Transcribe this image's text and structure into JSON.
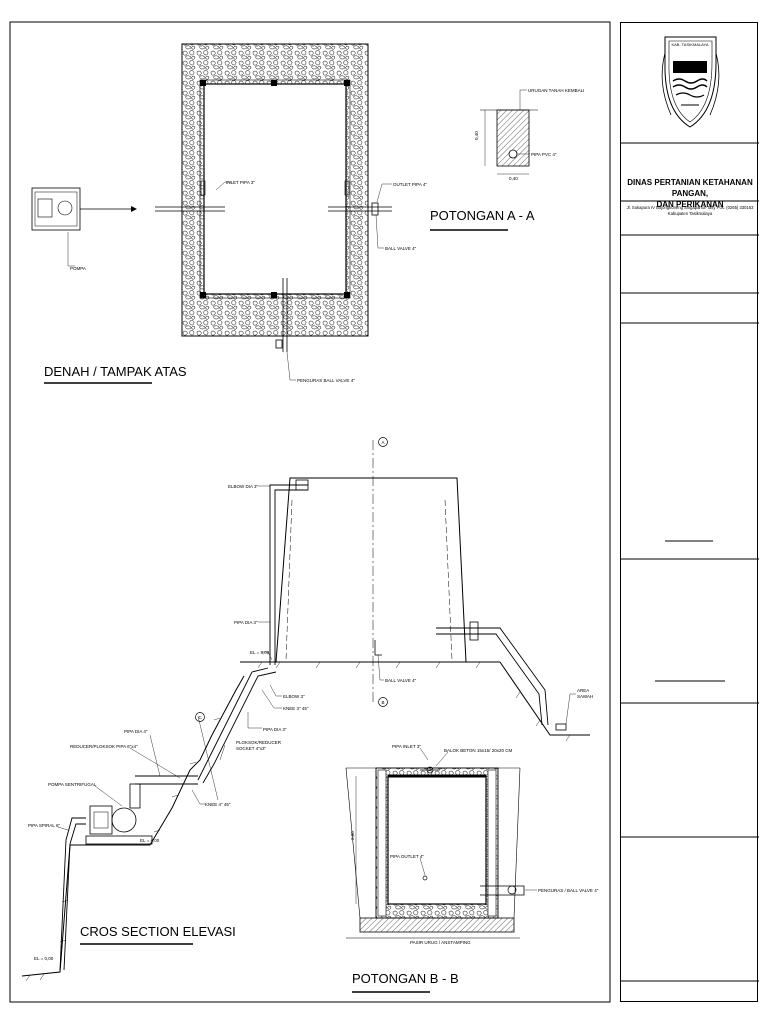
{
  "title_block": {
    "logo_label": "KAB. TASIKMALAYA",
    "org_name_line1": "DINAS PERTANIAN KETAHANAN PANGAN,",
    "org_name_line2": "DAN PERIKANAN",
    "address_line1": "Jl. Sukapura IV Bojongkoneng Singaparna-Tasy Pos. (0265) 330163",
    "address_line2": "Kabupaten Tasikmalaya"
  },
  "views": {
    "plan_title": "DENAH / TAMPAK ATAS",
    "section_aa_title": "POTONGAN A - A",
    "elevation_title": "CROS SECTION ELEVASI",
    "section_bb_title": "POTONGAN B - B"
  },
  "labels": {
    "pompa": "POMPA",
    "inlet_pipa": "INLET PIPA 3\"",
    "outlet_pipa": "OUTLET PIPA 4\"",
    "ball_valve": "BALL VALVE 4\"",
    "penguras_ball_valve": "PENGURAS BALL VALVE 4\"",
    "urugan_tanah": "URUGAN TANAH KEMBALI",
    "pipa_pvc": "PIPA PVC 4\"",
    "dim_aa_height": "0,40",
    "dim_aa_width": "0,40",
    "elbow_dia": "ELBOW DIA 3\"",
    "pipa_dia_3a": "PIPA DIA 3\"",
    "el_top": "EL = 8,00",
    "elbow_3": "ELBOW 3\"",
    "knee_3_45": "KNEE 3\" 45\"",
    "pipa_dia_3b": "PIPA DIA 3\"",
    "pipa_dia_4": "PIPA DIA 4\"",
    "reducer": "REDUCER/PLOKSOK PIPA 6\"x4\"",
    "ploksok_reducer": "PLOKSOK/REDUCER",
    "socket": "SOCKET 4\"x3\"",
    "pompa_sentrifugal": "POMPA SENTRIFUGAL",
    "knee_4_45": "KNEE 4\" 45\"",
    "pipa_spiral": "PIPA SPIRAL 6\"",
    "el_mid": "EL = 4,00",
    "el_low": "EL = 0,00",
    "ball_valve_4": "BALL VALVE 4\"",
    "area_sawah_1": "AREA",
    "area_sawah_2": "SAWAH",
    "pipa_inlet_3": "PIPA INLET 3\"",
    "balok_beton": "BALOK BETON 15x15/ 20x20 CM",
    "pipa_outlet_4": "PIPA OUTLET 4\"",
    "penguras_bb": "PENGURAS / BALL VALVE 4\"",
    "pasir_urug": "PASIR URUG / ANSTAMPING",
    "dim_bb": "2,00",
    "marker_a": "A",
    "marker_b": "B",
    "marker_c": "C"
  }
}
